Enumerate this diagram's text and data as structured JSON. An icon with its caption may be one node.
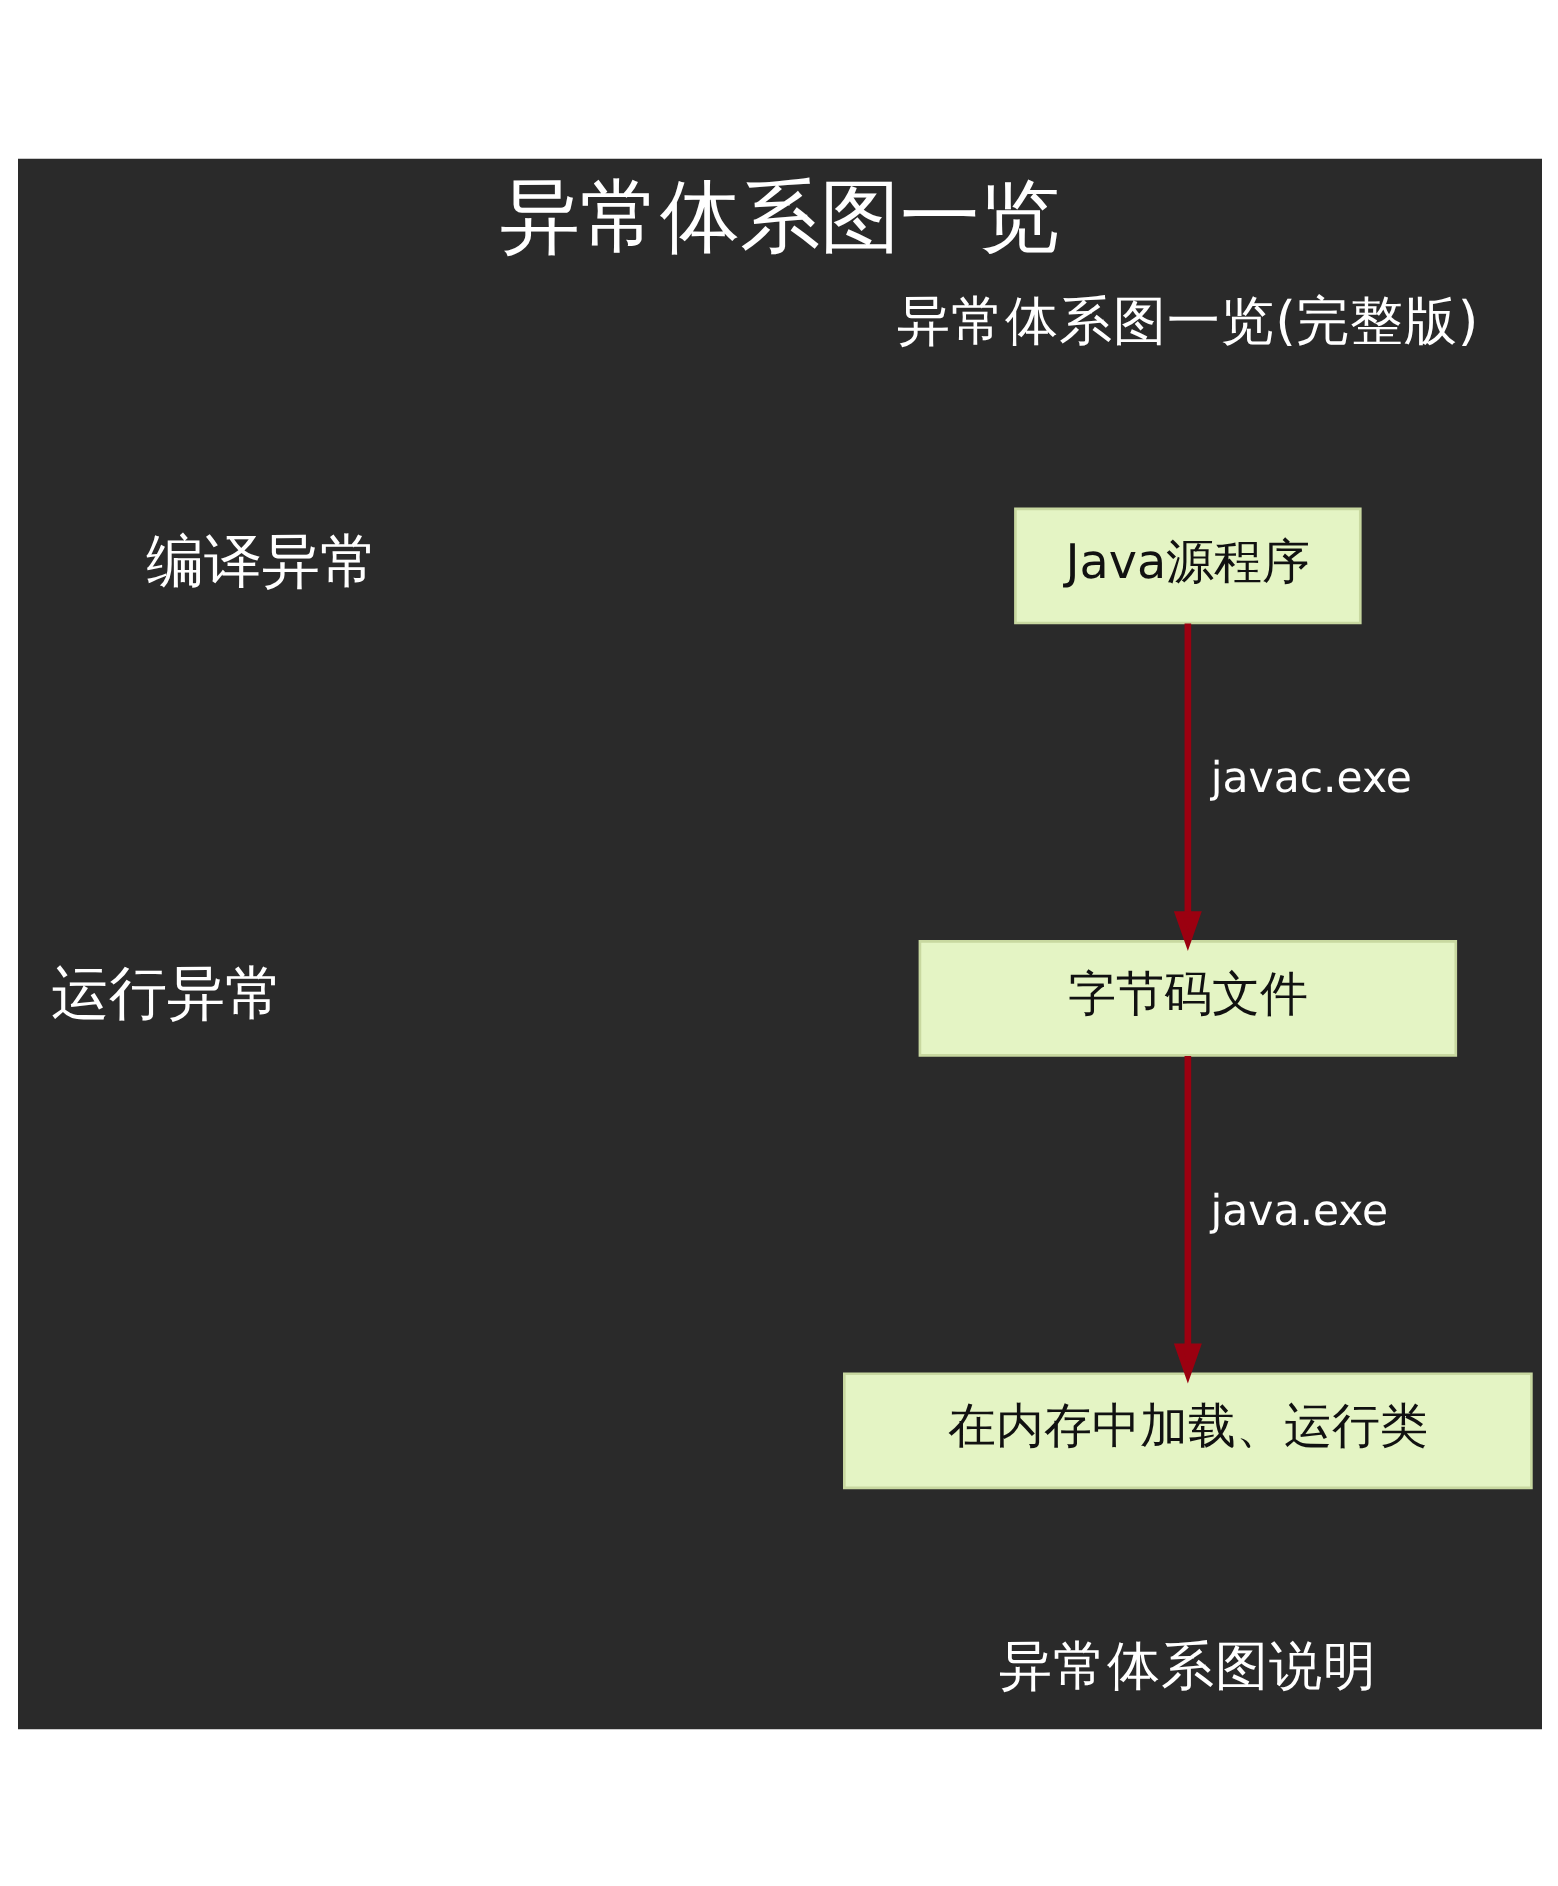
{
  "diagram": {
    "title": "异常体系图一览",
    "nodes": [
      {
        "text": [
          "Java源程序"
        ]
      },
      {
        "text": [
          "字节码文件"
        ]
      },
      {
        "text": [
          "在内存中加载、运行类"
        ]
      }
    ],
    "edges": [
      {
        "from": 0,
        "to": 1,
        "arrow": "to",
        "label": "javac.exe"
      },
      {
        "from": 1,
        "to": 2,
        "arrow": "to",
        "label": "java.exe"
      }
    ],
    "labels": [
      "异常体系图一览(完整版)",
      "编译异常",
      "运行异常",
      "异常体系图说明"
    ]
  }
}
